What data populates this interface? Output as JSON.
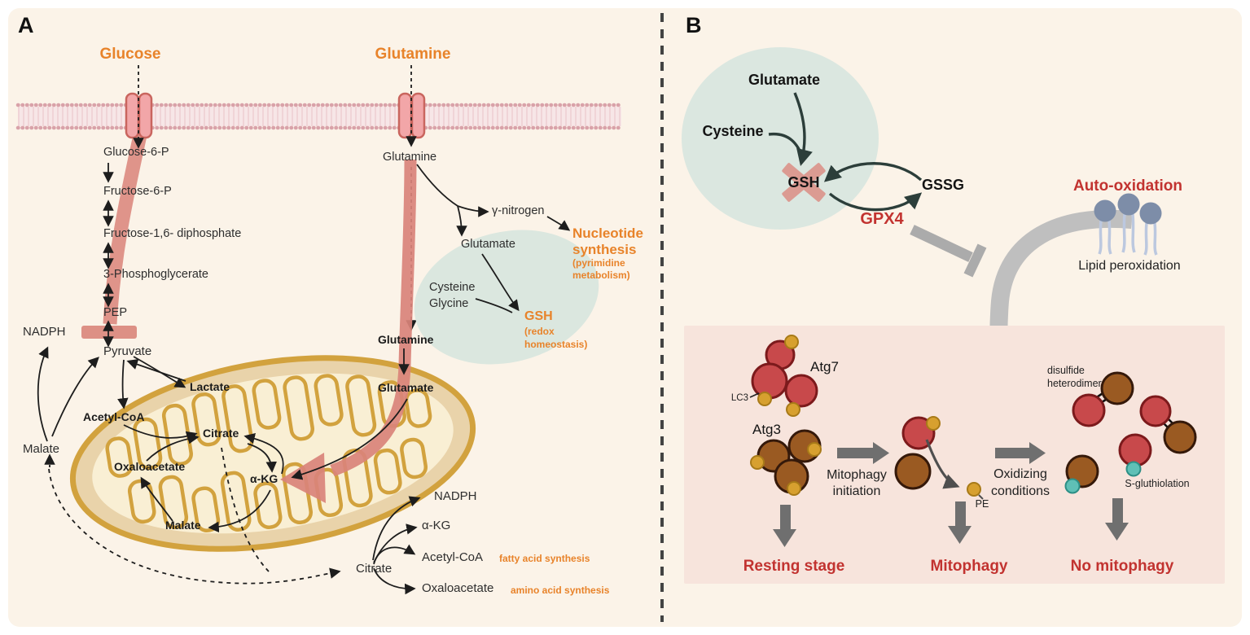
{
  "panel_a": {
    "label": "A",
    "glucose": "Glucose",
    "glutamine": "Glutamine",
    "glycolysis": [
      "Glucose-6-P",
      "Fructose-6-P",
      "Fructose-1,6- diphosphate",
      "3-Phosphoglycerate",
      "PEP",
      "Pyruvate"
    ],
    "nadph": "NADPH",
    "malate_out": "Malate",
    "mito": {
      "lactate": "Lactate",
      "acetyl_coa": "Acetyl-CoA",
      "citrate": "Citrate",
      "oxaloacetate": "Oxaloacetate",
      "alpha_kg": "α-KG",
      "malate": "Malate",
      "glutamine": "Glutamine",
      "glutamate": "Glutamate"
    },
    "glutamine_below": "Glutamine",
    "gamma_nitrogen": "γ-nitrogen",
    "glutamate_cyt": "Glutamate",
    "cysteine": "Cysteine",
    "glycine": "Glycine",
    "gsh": {
      "title": "GSH",
      "sub1": "(redox",
      "sub2": "homeostasis)"
    },
    "nucleotide": {
      "l1": "Nucleotide",
      "l2": "synthesis",
      "sub1": "(pyrimidine",
      "sub2": "metabolism)"
    },
    "fan": {
      "citrate": "Citrate",
      "nadph": "NADPH",
      "alpha_kg": "α-KG",
      "acetyl_coa": "Acetyl-CoA",
      "oxaloacetate": "Oxaloacetate",
      "fatty": "fatty acid synthesis",
      "amino": "amino acid synthesis"
    }
  },
  "panel_b": {
    "label": "B",
    "glutamate": "Glutamate",
    "cysteine": "Cysteine",
    "gsh": "GSH",
    "gssg": "GSSG",
    "gpx4": "GPX4",
    "auto_oxidation": "Auto-oxidation",
    "lipid_peroxidation": "Lipid peroxidation",
    "atg7": "Atg7",
    "lc3": "LC3",
    "atg3": "Atg3",
    "mitophagy_initiation": {
      "l1": "Mitophagy",
      "l2": "initiation"
    },
    "pe": "PE",
    "oxidizing": {
      "l1": "Oxidizing",
      "l2": "conditions"
    },
    "disulfide": {
      "l1": "disulfide",
      "l2": "heterodimer"
    },
    "s_gluthiolation": "S-gluthiolation",
    "outcomes": {
      "resting": "Resting stage",
      "mitophagy": "Mitophagy",
      "no_mitophagy": "No mitophagy"
    }
  },
  "colors": {
    "background": "#FBF3E8",
    "panel_box_pink": "#F7E4DC",
    "cell_green": "#DBE7DF",
    "ribbon_salmon": "#D9837A",
    "membrane_pink": "#E8B6BB",
    "mito_gold": "#D2A23E",
    "mito_fill": "#E9D3AA",
    "matrix_cream": "#F9EFD4",
    "orange_text": "#E8832A",
    "red_text": "#C23330",
    "red_subunit": "#C8494B",
    "brown_subunit": "#9A5A22",
    "gold_dot": "#D7A02F",
    "teal_dot": "#5FC0B6",
    "gray_arrow": "#6F6F6F",
    "light_gray_arrow": "#BFBFBF",
    "lipid_blue": "#7D8DA8"
  }
}
